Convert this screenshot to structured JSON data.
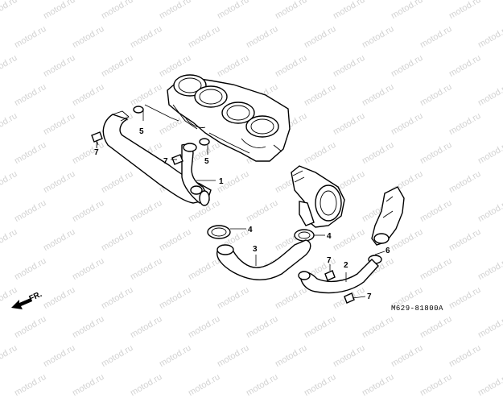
{
  "watermark": {
    "text": "motod.ru"
  },
  "callouts": {
    "c1": "1",
    "c2": "2",
    "c3": "3",
    "c4a": "4",
    "c4b": "4",
    "c5a": "5",
    "c5b": "5",
    "c6": "6",
    "c7a": "7",
    "c7b": "7",
    "c7c": "7",
    "c7d": "7"
  },
  "front_label": "FR.",
  "diagram_code": "M629-81800A",
  "colors": {
    "line": "#000000",
    "watermark": "#d3d3d3",
    "background": "#ffffff"
  }
}
